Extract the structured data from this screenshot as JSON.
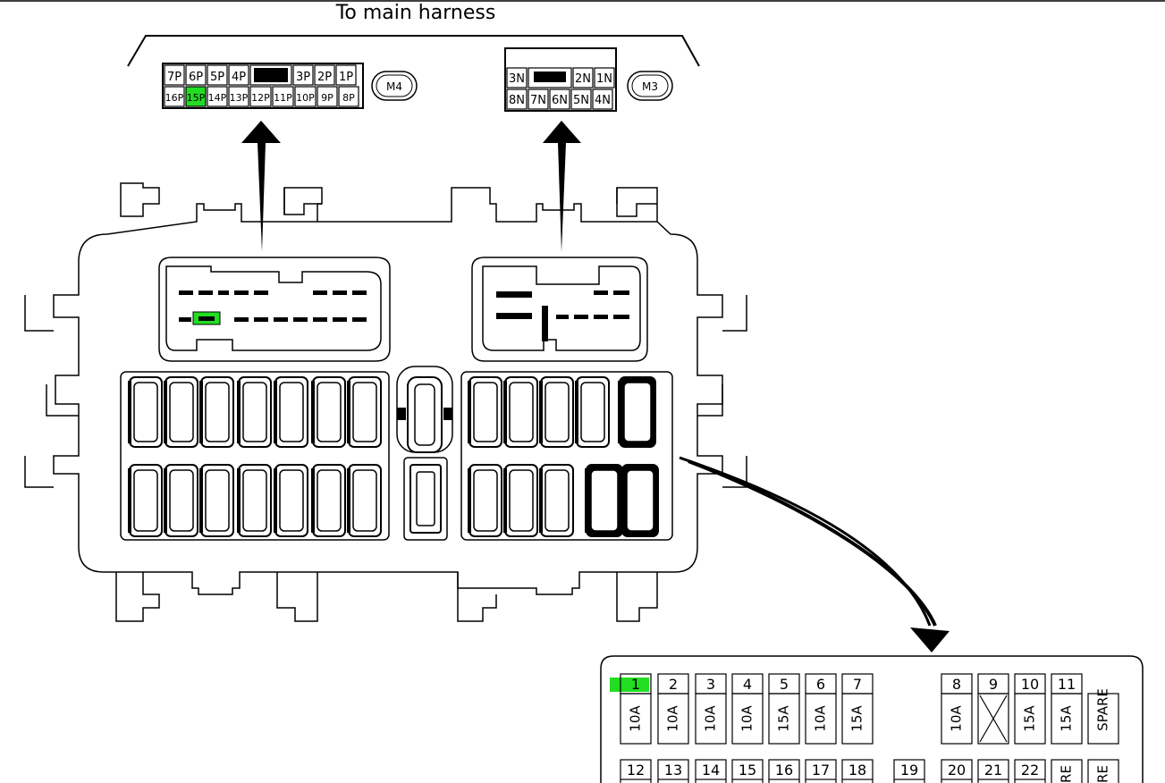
{
  "title": "To main harness",
  "highlight_color": "#22dd22",
  "connector_m4": {
    "label": "M4",
    "row1": [
      "7P",
      "6P",
      "5P",
      "4P",
      "",
      "3P",
      "2P",
      "1P"
    ],
    "row2": [
      "16P",
      "15P",
      "14P",
      "13P",
      "12P",
      "11P",
      "10P",
      "9P",
      "8P"
    ],
    "highlighted_pin": "15P"
  },
  "connector_m3": {
    "label": "M3",
    "row1": [
      "3N",
      "",
      "2N",
      "1N"
    ],
    "row2": [
      "8N",
      "7N",
      "6N",
      "5N",
      "4N"
    ]
  },
  "fuse_table": {
    "highlighted_fuse": "1",
    "row1": [
      {
        "num": "1",
        "rating": "10A"
      },
      {
        "num": "2",
        "rating": "10A"
      },
      {
        "num": "3",
        "rating": "10A"
      },
      {
        "num": "4",
        "rating": "10A"
      },
      {
        "num": "5",
        "rating": "15A"
      },
      {
        "num": "6",
        "rating": "10A"
      },
      {
        "num": "7",
        "rating": "15A"
      },
      {
        "num": "8",
        "rating": "10A"
      },
      {
        "num": "9",
        "rating": ""
      },
      {
        "num": "10",
        "rating": "15A"
      },
      {
        "num": "11",
        "rating": "15A"
      },
      {
        "num": "",
        "rating": "SPARE"
      }
    ],
    "row2": [
      {
        "num": "12"
      },
      {
        "num": "13"
      },
      {
        "num": "14"
      },
      {
        "num": "15"
      },
      {
        "num": "16"
      },
      {
        "num": "17"
      },
      {
        "num": "18"
      },
      {
        "num": "19"
      },
      {
        "num": "20"
      },
      {
        "num": "21"
      },
      {
        "num": "22"
      }
    ],
    "row2_partial": [
      "RE",
      "RE"
    ]
  }
}
